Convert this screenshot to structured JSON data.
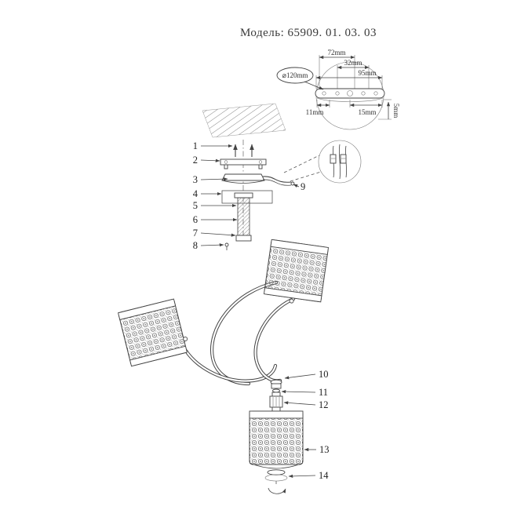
{
  "title": {
    "text": "Модель: 65909. 01. 03. 03"
  },
  "top_detail": {
    "dim_diameter": "⌀120mm",
    "dim_72": "72mm",
    "dim_32": "32mm",
    "dim_95": "95mm",
    "dim_11": "11mm",
    "dim_15": "15mm",
    "dim_5": "5mm"
  },
  "parts": {
    "p1": "1",
    "p2": "2",
    "p3": "3",
    "p4": "4",
    "p5": "5",
    "p6": "6",
    "p7": "7",
    "p8": "8",
    "p9": "9",
    "p10": "10",
    "p11": "11",
    "p12": "12",
    "p13": "13",
    "p14": "14"
  }
}
